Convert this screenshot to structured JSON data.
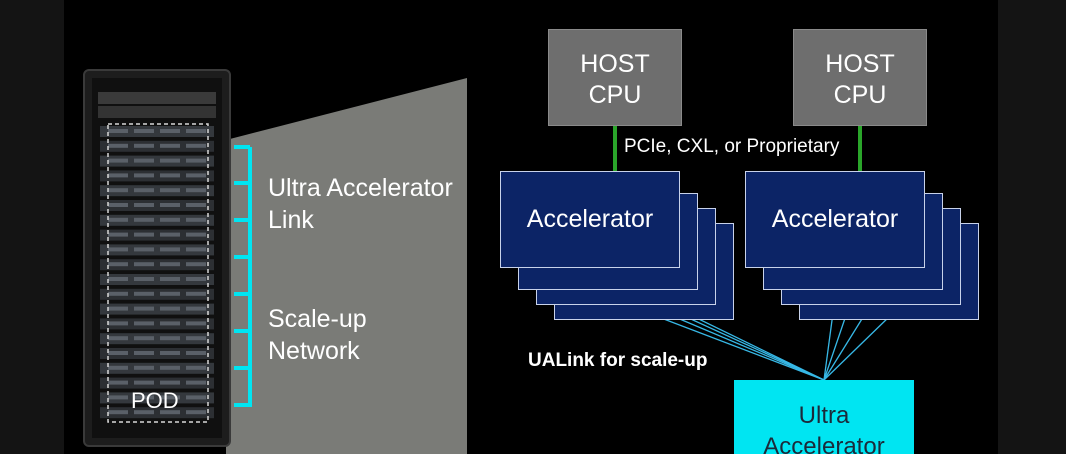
{
  "pod_label": "POD",
  "link_label": "Ultra Accelerator\nLink",
  "network_label": "Scale-up\nNetwork",
  "host_cpus": [
    {
      "label": "HOST\nCPU"
    },
    {
      "label": "HOST\nCPU"
    }
  ],
  "interconnect_label": "PCIe, CXL, or Proprietary",
  "accelerator_label": "Accelerator",
  "ualink_label": "UALink for scale-up",
  "switch_label": "Ultra\nAccelerator",
  "colors": {
    "cyan": "#00e5f2",
    "accelerator": "#0c2466",
    "host": "#6e6e6e",
    "link": "#2aa52a",
    "panel": "#7a7b77"
  }
}
